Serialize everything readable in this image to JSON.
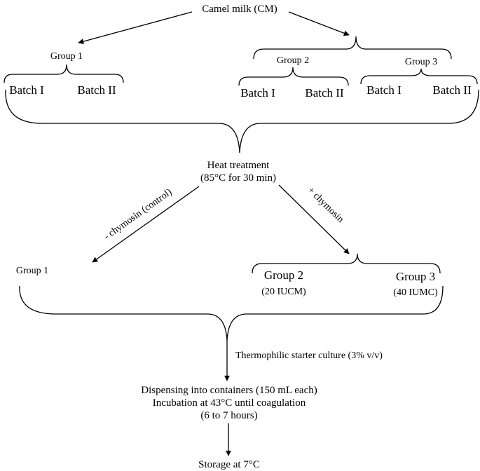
{
  "nodes": {
    "source": "Camel milk (CM)",
    "top_group1": "Group 1",
    "top_group2": "Group 2",
    "top_group3": "Group 3",
    "g1_batch1": "Batch I",
    "g1_batch2": "Batch II",
    "g2_batch1": "Batch I",
    "g2_batch2": "Batch II",
    "g3_batch1": "Batch I",
    "g3_batch2": "Batch II",
    "heat_line1": "Heat treatment",
    "heat_line2": "(85°C for 30 min)",
    "minus_chymosin": "- chymosin (control)",
    "plus_chymosin": "+ chymosin",
    "lower_group1": "Group 1",
    "lower_group2": "Group 2",
    "lower_group2_dose": "(20 IUCM)",
    "lower_group3": "Group 3",
    "lower_group3_dose": "(40 IUMC)",
    "starter": "Thermophilic starter culture (3% v/v)",
    "dispense_line1": "Dispensing into containers (150 mL each)",
    "dispense_line2": "Incubation at 43°C until coagulation",
    "dispense_line3": "(6 to 7 hours)",
    "storage": "Storage at 7°C"
  }
}
